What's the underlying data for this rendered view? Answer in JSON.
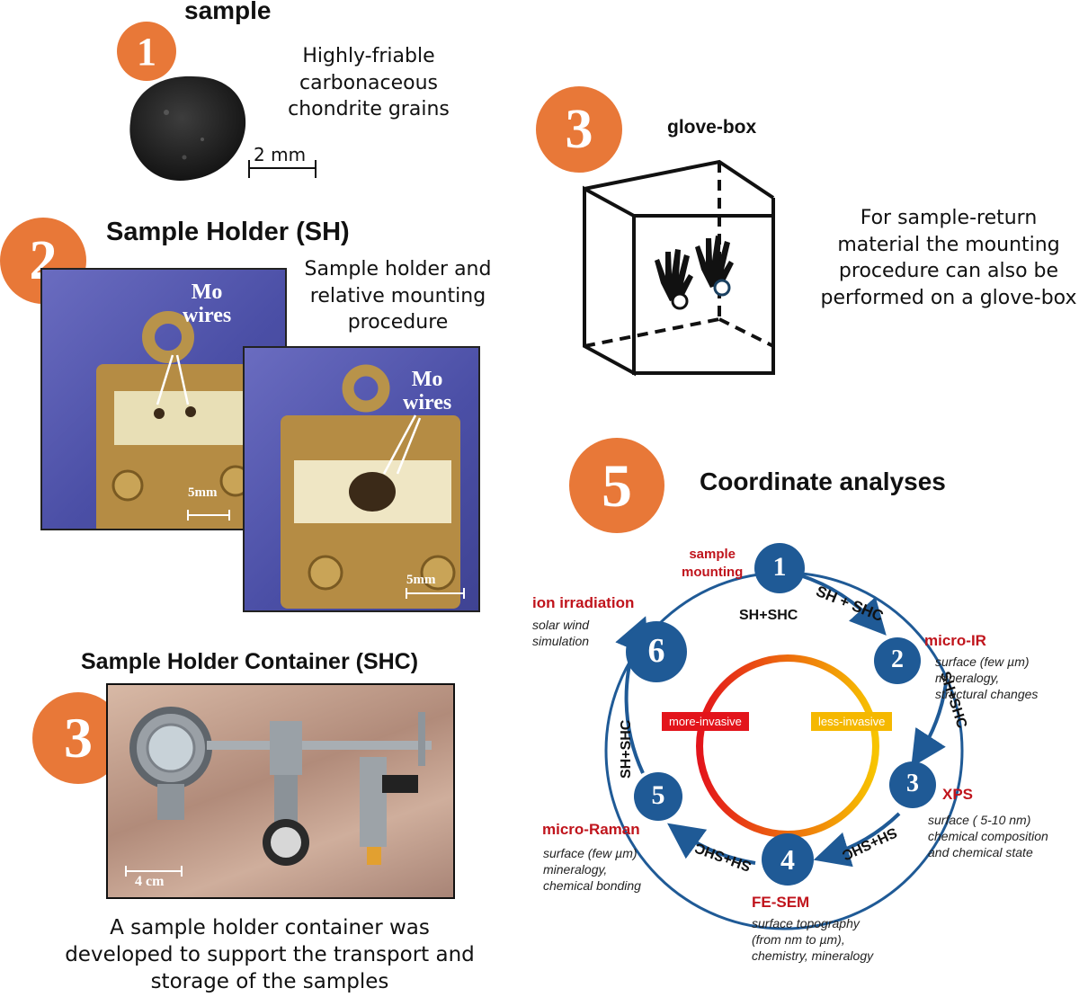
{
  "sample": {
    "number": "1",
    "title": "sample",
    "description": [
      "Highly-friable",
      "carbonaceous",
      "chondrite  grains"
    ],
    "scale": "2 mm"
  },
  "holder": {
    "number": "2",
    "title": "Sample Holder (SH)",
    "description": [
      "Sample holder and",
      "relative mounting",
      "procedure"
    ],
    "photo1": {
      "label": [
        "Mo",
        "wires"
      ],
      "scale": "5mm"
    },
    "photo2": {
      "label": [
        "Mo",
        "wires"
      ],
      "scale": "5mm"
    }
  },
  "container": {
    "number": "3",
    "title": "Sample Holder Container (SHC)",
    "scale": "4 cm",
    "description": [
      "A sample holder container was",
      "developed to support the transport and",
      "storage of the samples"
    ]
  },
  "glovebox": {
    "number": "3",
    "title": "glove-box",
    "description": [
      "For sample-return",
      "material the mounting",
      "procedure can also be",
      "performed on a glove-box"
    ]
  },
  "analyses": {
    "number": "5",
    "title": "Coordinate analyses",
    "more_invasive": "more-invasive",
    "less_invasive": "less-invasive",
    "nodes": [
      {
        "n": "1",
        "label": [
          "sample",
          "mounting"
        ],
        "desc": []
      },
      {
        "n": "2",
        "label": [
          "micro-IR"
        ],
        "desc": [
          "surface (few µm)",
          "mineralogy,",
          "structural changes"
        ]
      },
      {
        "n": "3",
        "label": [
          "XPS"
        ],
        "desc": [
          "surface ( 5-10 nm)",
          "chemical composition",
          "and chemical state"
        ]
      },
      {
        "n": "4",
        "label": [
          "FE-SEM"
        ],
        "desc": [
          "surface topography",
          "(from nm to µm),",
          "chemistry, mineralogy"
        ]
      },
      {
        "n": "5",
        "label": [
          "micro-Raman"
        ],
        "desc": [
          "surface (few µm)",
          "mineralogy,",
          "chemical bonding"
        ]
      },
      {
        "n": "6",
        "label": [
          "ion irradiation"
        ],
        "desc": [
          "solar wind",
          "simulation"
        ]
      }
    ],
    "edges": [
      "SH + SHC",
      "SH+SHC",
      "SH+SHC",
      "SH+SHC",
      "SH+SHC",
      "SH+SHC"
    ],
    "colors": {
      "node": "#1f5a96",
      "label": "#c0141c",
      "more": "#e3141b",
      "less": "#f5b800"
    }
  },
  "colors": {
    "accent": "#e87838"
  }
}
